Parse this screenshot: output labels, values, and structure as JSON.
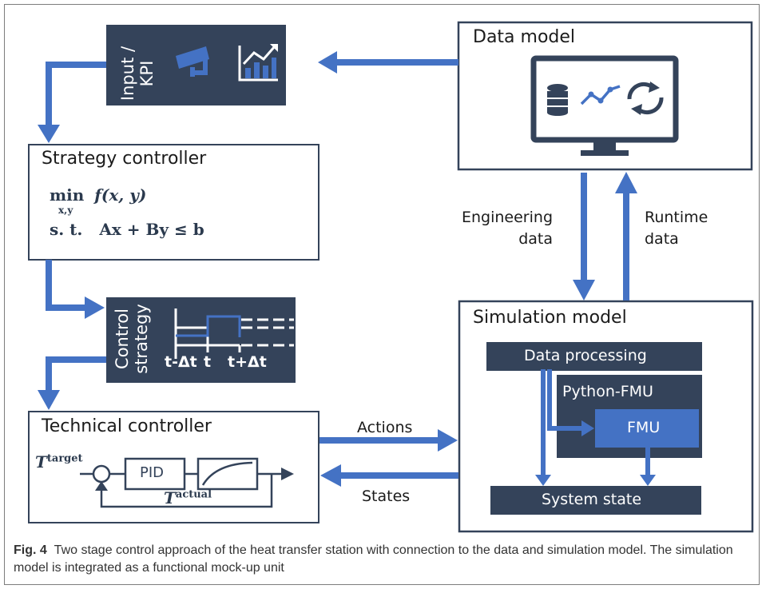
{
  "input_kpi": {
    "line1": "Input /",
    "line2": "KPI",
    "camera_icon": "security-camera-icon",
    "chart_icon": "growth-chart-icon"
  },
  "data_model": {
    "title": "Data model",
    "monitor_icon": "monitor-icon",
    "database_icon": "database-icon",
    "trend_icon": "trend-line-icon",
    "sync_icon": "sync-icon"
  },
  "strategy_controller": {
    "title": "Strategy controller",
    "line1_op": "min",
    "line1_sub": "x,y",
    "line1_expr": "f(x, y)",
    "line2_st": "s. t.",
    "line2_expr": "Ax + By ≤ b"
  },
  "control_strategy": {
    "line1": "Control",
    "line2": "strategy",
    "tick1": "t-Δt",
    "tick2": "t",
    "tick3": "t+Δt"
  },
  "technical_controller": {
    "title": "Technical controller",
    "target_base": "T",
    "target_sup": "target",
    "pid": "PID",
    "actual_base": "T",
    "actual_sup": "actual"
  },
  "simulation_model": {
    "title": "Simulation model",
    "data_processing": "Data processing",
    "python_fmu": "Python-FMU",
    "fmu": "FMU",
    "system_state": "System state"
  },
  "arrows": {
    "engineering_1": "Engineering",
    "engineering_2": "data",
    "runtime_1": "Runtime",
    "runtime_2": "data",
    "actions": "Actions",
    "states": "States"
  },
  "caption": {
    "label": "Fig. 4",
    "text": "Two stage control approach of the heat transfer station with connection to the data and simulation model. The simulation model is integrated as a functional mock-up unit"
  },
  "colors": {
    "dark": "#34435a",
    "blue": "#4472c4",
    "fmu": "#4472c4"
  }
}
